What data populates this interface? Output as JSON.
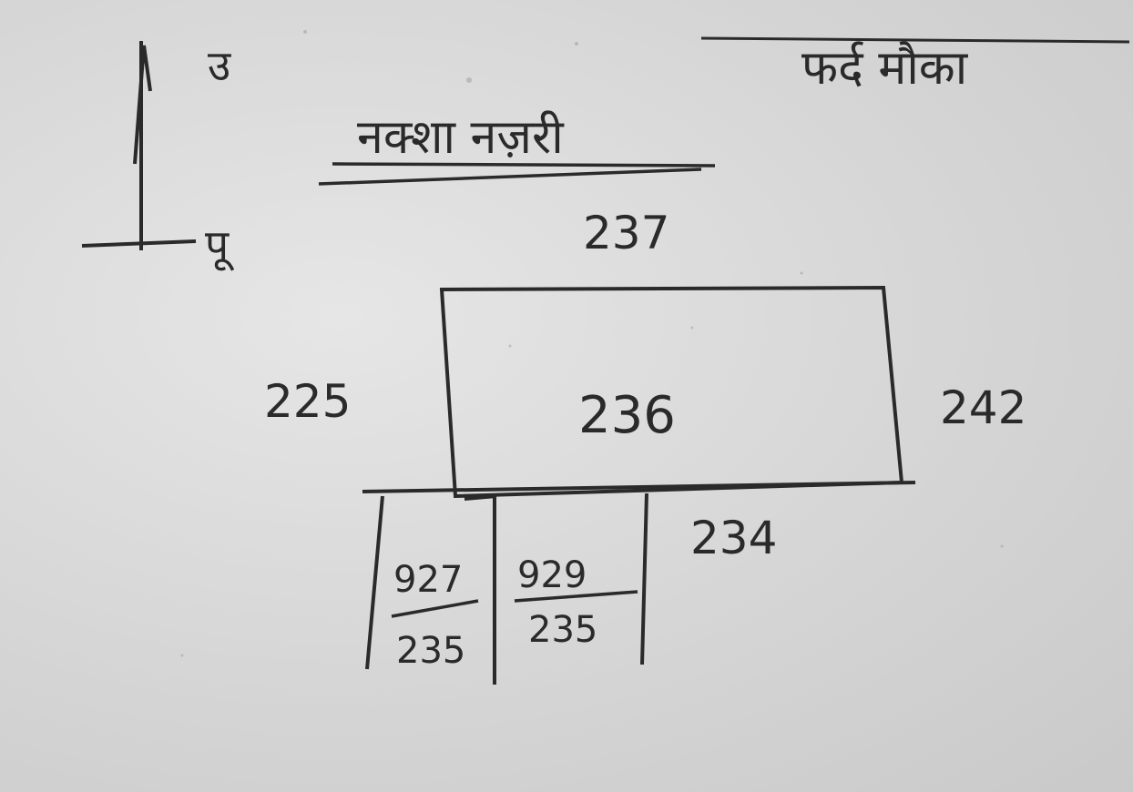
{
  "header": {
    "title": "फर्द मौका",
    "subtitle": "नक्शा नज़री"
  },
  "compass": {
    "north_label": "उ",
    "east_label": "पू"
  },
  "plots": {
    "top": "237",
    "center": "236",
    "left": "225",
    "right": "242",
    "bottom_right": "234",
    "sub_plot_1": {
      "numerator": "927",
      "denominator": "235"
    },
    "sub_plot_2": {
      "numerator": "929",
      "denominator": "235"
    }
  }
}
